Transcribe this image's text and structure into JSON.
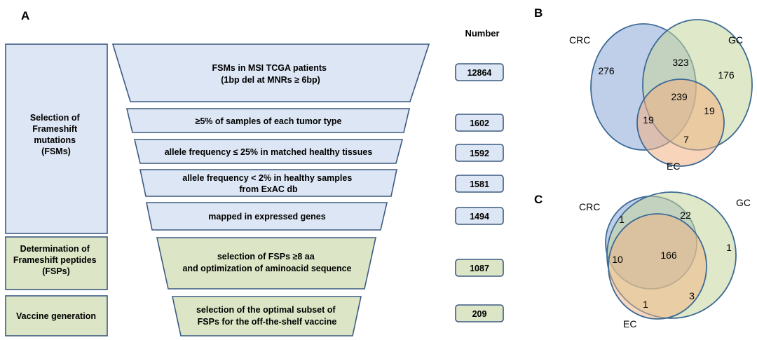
{
  "panels": {
    "a": "A",
    "b": "B",
    "c": "C"
  },
  "number_header": "Number",
  "categories": [
    {
      "lines": [
        "Selection of",
        "Frameshift",
        "mutations",
        "(FSMs)"
      ]
    },
    {
      "lines": [
        "Determination of",
        "Frameshift peptides",
        "(FSPs)"
      ]
    },
    {
      "lines": [
        "Vaccine generation"
      ]
    }
  ],
  "steps": [
    {
      "lines": [
        "FSMs in  MSI TCGA patients",
        "(1bp del at  MNRs ≥ 6bp)"
      ],
      "number": "12864"
    },
    {
      "lines": [
        "≥5% of samples of each tumor type"
      ],
      "number": "1602"
    },
    {
      "lines": [
        "allele frequency ≤ 25% in matched healthy tissues"
      ],
      "number": "1592"
    },
    {
      "lines": [
        "allele frequency < 2% in healthy samples",
        "from ExAC db"
      ],
      "number": "1581"
    },
    {
      "lines": [
        "mapped in expressed genes"
      ],
      "number": "1494"
    },
    {
      "lines": [
        "selection of FSPs ≥8 aa",
        "and optimization of aminoacid sequence"
      ],
      "number": "1087"
    },
    {
      "lines": [
        "selection of the optimal subset of",
        "FSPs for the off-the-shelf vaccine"
      ],
      "number": "209"
    }
  ],
  "venn_b": {
    "labels": {
      "crc": "CRC",
      "gc": "GC",
      "ec": "EC"
    },
    "values": {
      "crc_only": "276",
      "crc_gc": "323",
      "gc_only": "176",
      "all": "239",
      "crc_ec": "19",
      "gc_ec": "19",
      "ec_only": "7"
    }
  },
  "venn_c": {
    "labels": {
      "crc": "CRC",
      "gc": "GC",
      "ec": "EC"
    },
    "values": {
      "crc_only": "1",
      "crc_gc": "22",
      "gc_only": "1",
      "all": "166",
      "crc_ec": "10",
      "gc_ec": "3",
      "ec_only": "1"
    }
  },
  "colors": {
    "blue_fill": "#dde6f4",
    "green_fill": "#dce6c6",
    "stroke": "#3d5a80",
    "venn_crc": "#7f9fd4",
    "venn_gc": "#c4d69b",
    "venn_ec": "#f2b182",
    "venn_stroke": "#3c6a94"
  }
}
